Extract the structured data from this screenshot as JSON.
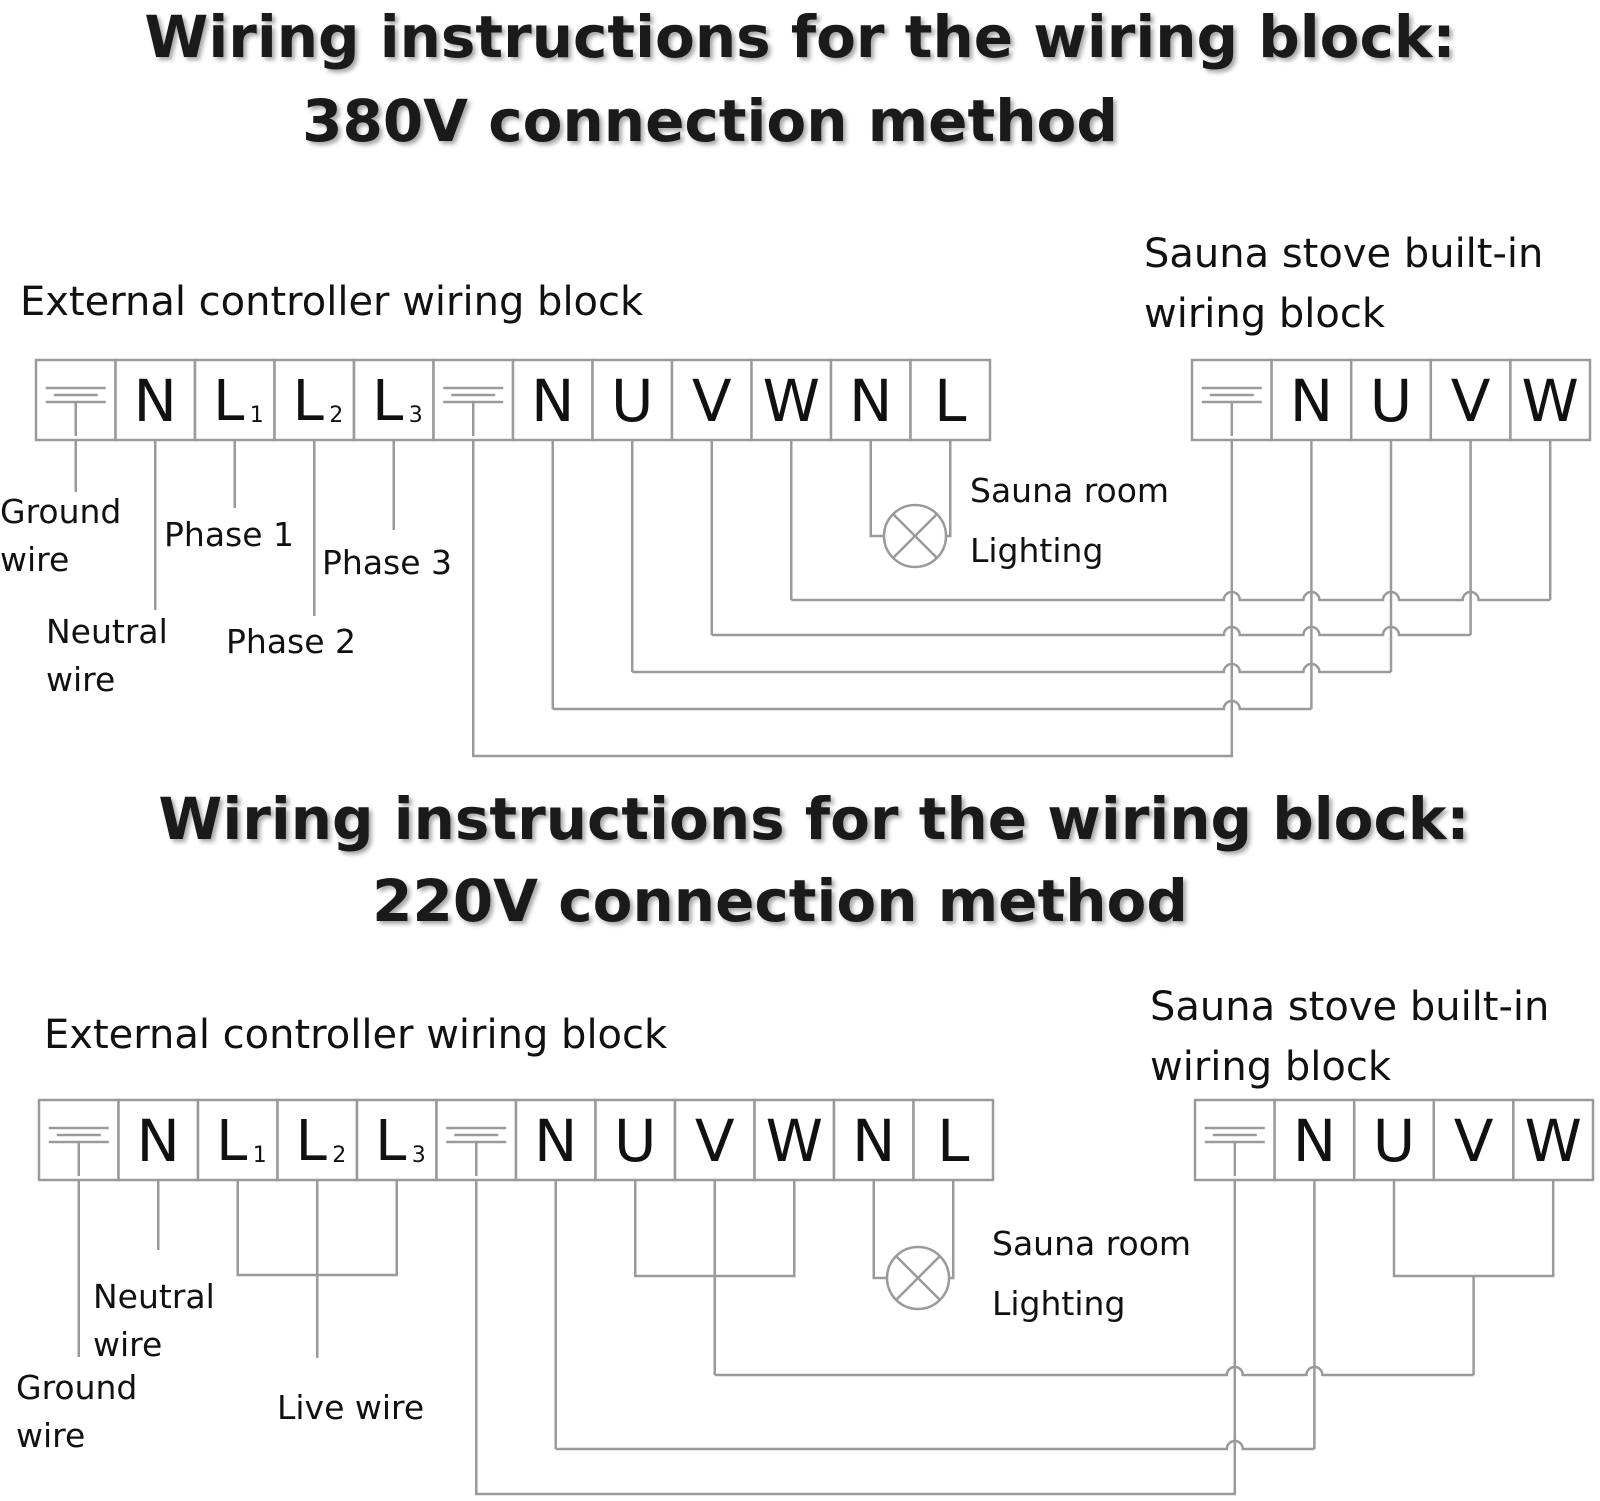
{
  "diagram_380": {
    "heading_line1": "Wiring instructions for the wiring block:",
    "heading_line2": "380V connection method",
    "external_block_title": "External controller wiring block",
    "stove_block_title_line1": "Sauna stove built-in",
    "stove_block_title_line2": "wiring block",
    "external_terminals": [
      "GND",
      "N",
      "L1",
      "L2",
      "L3",
      "GND",
      "N",
      "U",
      "V",
      "W",
      "N",
      "L"
    ],
    "stove_terminals": [
      "GND",
      "N",
      "U",
      "V",
      "W"
    ],
    "labels": {
      "ground_wire_1": "Ground",
      "ground_wire_2": "wire",
      "neutral_wire_1": "Neutral",
      "neutral_wire_2": "wire",
      "phase_1": "Phase 1",
      "phase_2": "Phase 2",
      "phase_3": "Phase 3",
      "lighting_1": "Sauna room",
      "lighting_2": "Lighting"
    }
  },
  "diagram_220": {
    "heading_line1": "Wiring instructions for the wiring block:",
    "heading_line2": "220V connection method",
    "external_block_title": "External controller wiring block",
    "stove_block_title_line1": "Sauna stove built-in",
    "stove_block_title_line2": "wiring block",
    "external_terminals": [
      "GND",
      "N",
      "L1",
      "L2",
      "L3",
      "GND",
      "N",
      "U",
      "V",
      "W",
      "N",
      "L"
    ],
    "stove_terminals": [
      "GND",
      "N",
      "U",
      "V",
      "W"
    ],
    "labels": {
      "neutral_wire_1": "Neutral",
      "neutral_wire_2": "wire",
      "ground_wire_1": "Ground",
      "ground_wire_2": "wire",
      "live_wire": "Live wire",
      "lighting_1": "Sauna room",
      "lighting_2": "Lighting"
    }
  },
  "colors": {
    "line": "#9a9a9a",
    "text": "#111111",
    "heading": "#1a1a1a"
  }
}
